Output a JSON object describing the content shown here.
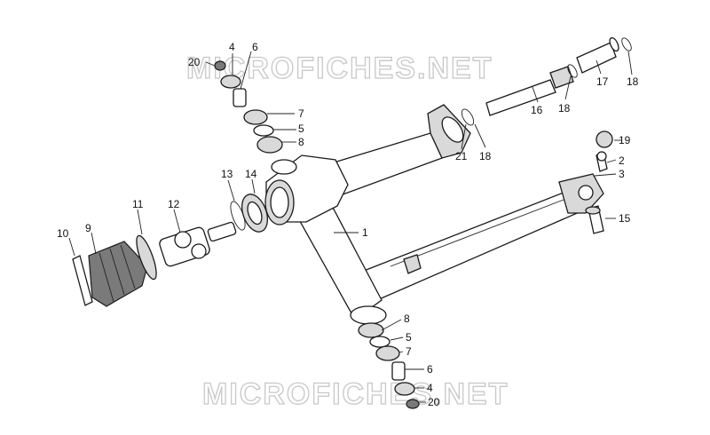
{
  "watermark": {
    "top": "MICROFICHES.NET",
    "bottom": "MICROFICHES.NET"
  },
  "callouts": {
    "c1": "1",
    "c2": "2",
    "c3": "3",
    "c4a": "4",
    "c4b": "4",
    "c5a": "5",
    "c5b": "5",
    "c6a": "6",
    "c6b": "6",
    "c7a": "7",
    "c7b": "7",
    "c8a": "8",
    "c8b": "8",
    "c9": "9",
    "c10": "10",
    "c11": "11",
    "c12": "12",
    "c13": "13",
    "c14": "14",
    "c15": "15",
    "c16": "16",
    "c17": "17",
    "c18a": "18",
    "c18b": "18",
    "c18c": "18",
    "c19": "19",
    "c20a": "20",
    "c20b": "20",
    "c21": "21"
  }
}
